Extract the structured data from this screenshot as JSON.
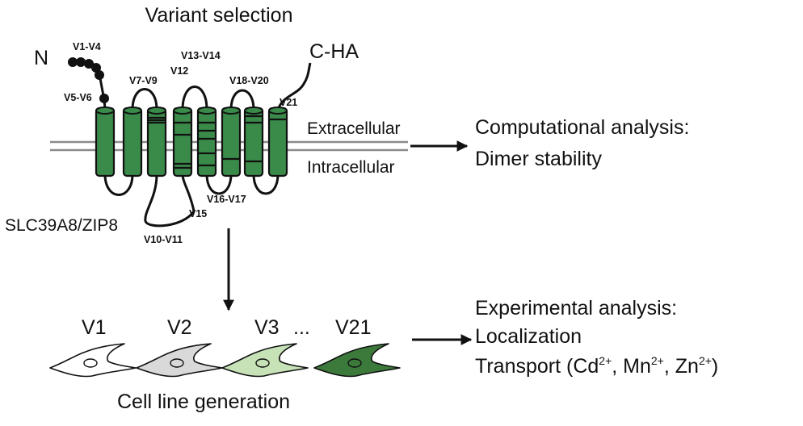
{
  "title": "Variant selection",
  "protein": {
    "name": "SLC39A8/ZIP8",
    "n_terminus": "N",
    "c_terminus": "C-HA",
    "helix_count": 8,
    "colors": {
      "helix": "#3a8a4a",
      "helix_dark": "#1e5a2a",
      "membrane": "#8a8a8a",
      "line": "#111111"
    },
    "variant_labels": [
      "V1-V4",
      "V5-V6",
      "V7-V9",
      "V12",
      "V13-V14",
      "V18-V20",
      "V21",
      "V15",
      "V16-V17",
      "V10-V11"
    ]
  },
  "membrane": {
    "extracellular": "Extracellular",
    "intracellular": "Intracellular"
  },
  "computational": {
    "title": "Computational analysis:",
    "line1": "Dimer stability"
  },
  "cells": {
    "labels": [
      "V1",
      "V2",
      "V3",
      "V21"
    ],
    "ellipsis": "...",
    "caption": "Cell line generation",
    "fills": [
      "#ffffff",
      "#d9d9d9",
      "#c6e2b6",
      "#3c7a3c"
    ]
  },
  "experimental": {
    "title": "Experimental analysis:",
    "line1": "Localization",
    "line2_prefix": "Transport (Cd",
    "cd_sup": "2+",
    "sep1": ", Mn",
    "mn_sup": "2+",
    "sep2": ", Zn",
    "zn_sup": "2+",
    "close": ")"
  }
}
